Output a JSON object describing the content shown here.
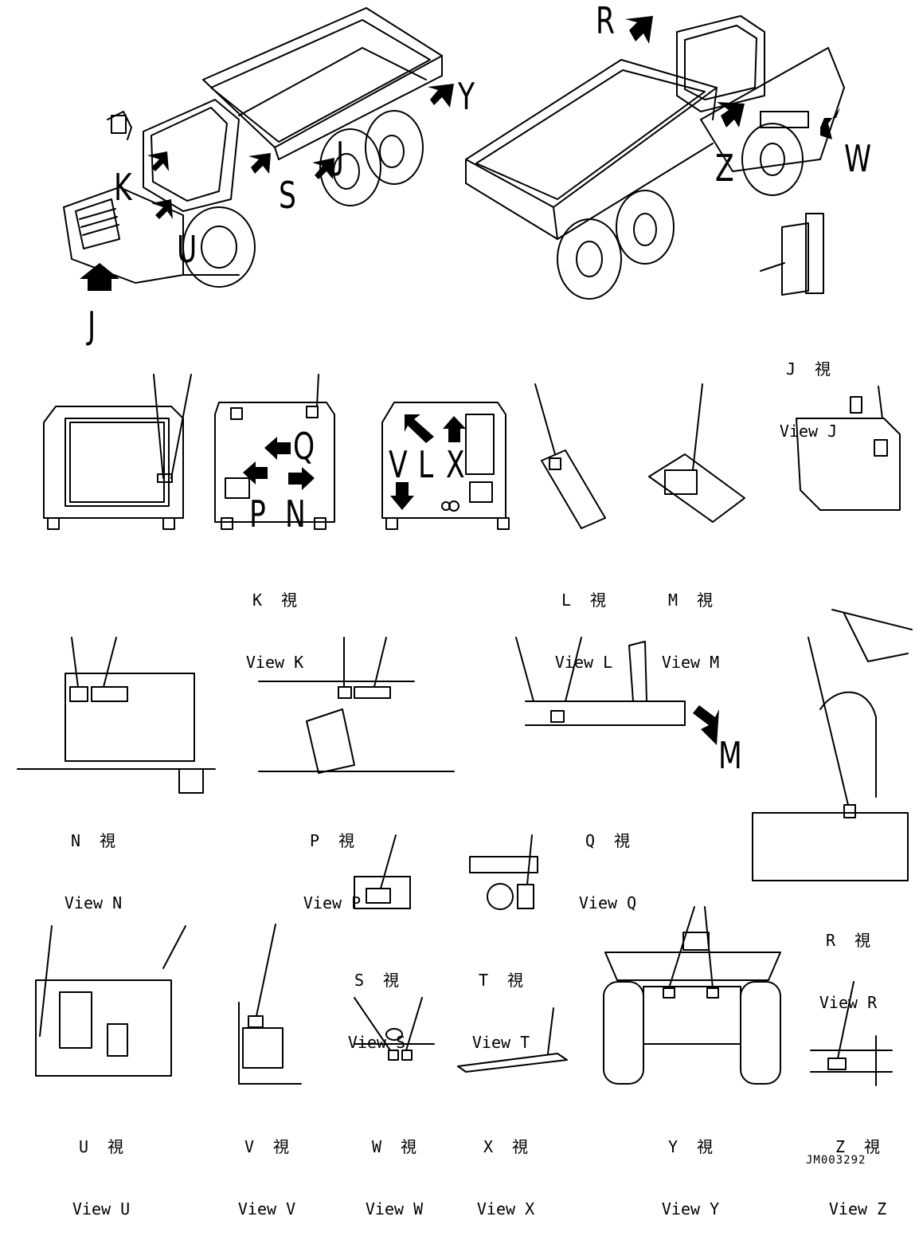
{
  "overview_letters": {
    "r": "R",
    "y": "Y",
    "k": "K",
    "s": "S",
    "j_top": "J",
    "z": "Z",
    "w": "W",
    "u": "U",
    "j_bottom": "J",
    "q": "Q",
    "p": "P",
    "n": "N",
    "v": "V",
    "l": "L",
    "x": "X",
    "m": "M"
  },
  "views": {
    "j": {
      "jp": "J  視",
      "en": "View J"
    },
    "k": {
      "jp": "K  視",
      "en": "View K"
    },
    "l": {
      "jp": "L  視",
      "en": "View L"
    },
    "m": {
      "jp": "M  視",
      "en": "View M"
    },
    "n": {
      "jp": "N  視",
      "en": "View N"
    },
    "p": {
      "jp": "P  視",
      "en": "View P"
    },
    "q": {
      "jp": "Q  視",
      "en": "View Q"
    },
    "r": {
      "jp": "R  視",
      "en": "View R"
    },
    "s": {
      "jp": "S  視",
      "en": "View S"
    },
    "t": {
      "jp": "T  視",
      "en": "View T"
    },
    "u": {
      "jp": "U  視",
      "en": "View U"
    },
    "v": {
      "jp": "V  視",
      "en": "View V"
    },
    "w": {
      "jp": "W  視",
      "en": "View W"
    },
    "x": {
      "jp": "X  視",
      "en": "View X"
    },
    "y": {
      "jp": "Y  視",
      "en": "View Y"
    },
    "z": {
      "jp": "Z  視",
      "en": "View Z"
    }
  },
  "drawing_code": "JM003292"
}
